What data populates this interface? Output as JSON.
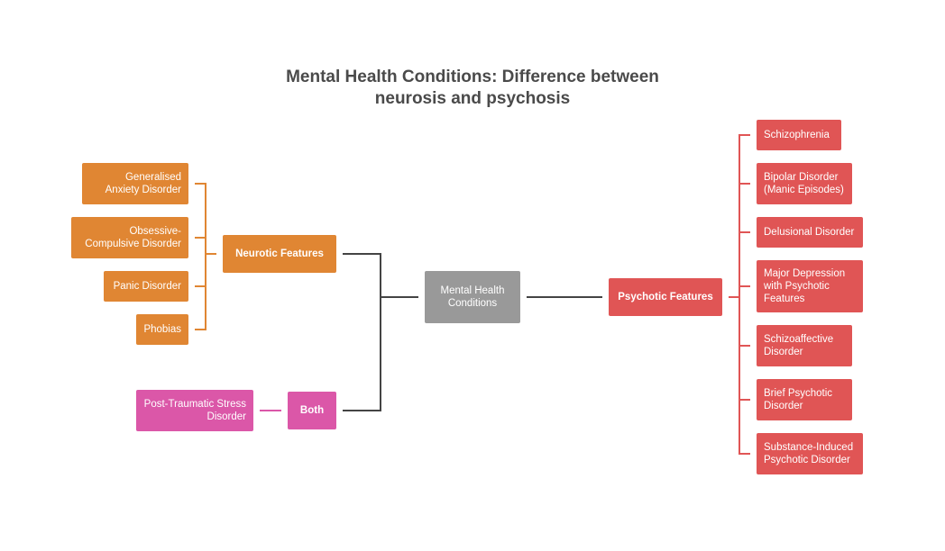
{
  "title": "Mental Health Conditions: Difference between neurosis and psychosis",
  "title_lines": [
    "Mental Health Conditions: Difference between",
    "neurosis and psychosis"
  ],
  "colors": {
    "neurotic": "#e08633",
    "both": "#db57a8",
    "psychotic": "#e05555",
    "root": "#999999",
    "connector": "#444444"
  },
  "root": {
    "label": "Mental Health Conditions"
  },
  "neurotic": {
    "label": "Neurotic Features",
    "children": [
      "Generalised Anxiety Disorder",
      "Obsessive-Compulsive Disorder",
      "Panic Disorder",
      "Phobias"
    ]
  },
  "both": {
    "label": "Both",
    "children": [
      "Post-Traumatic Stress Disorder"
    ]
  },
  "psychotic": {
    "label": "Psychotic Features",
    "children": [
      "Schizophrenia",
      "Bipolar Disorder (Manic Episodes)",
      "Delusional Disorder",
      "Major Depression with Psychotic Features",
      "Schizoaffective Disorder",
      "Brief Psychotic Disorder",
      "Substance-Induced Psychotic Disorder"
    ]
  }
}
